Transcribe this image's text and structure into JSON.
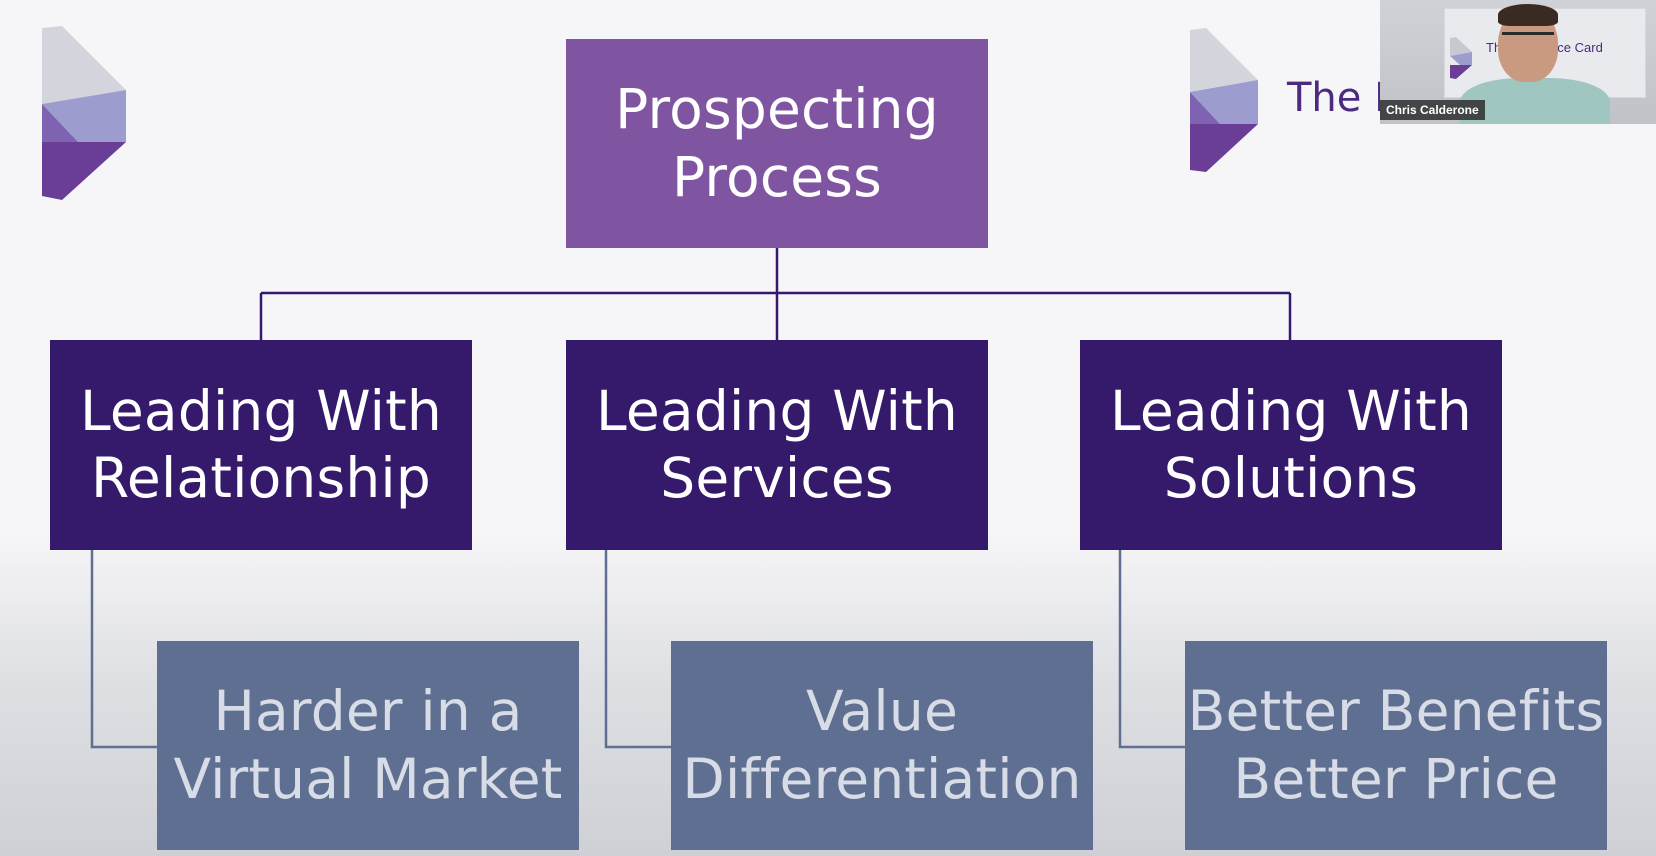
{
  "brand": {
    "text": "The D",
    "colors": {
      "light": "#d4d4dc",
      "mid": "#8f8fc6",
      "dark": "#6a3e96"
    }
  },
  "diagram": {
    "root": {
      "line1": "Prospecting",
      "line2": "Process"
    },
    "branches": [
      {
        "line1": "Leading With",
        "line2": "Relationship",
        "child": {
          "line1": "Harder in a",
          "line2": "Virtual Market"
        }
      },
      {
        "line1": "Leading With",
        "line2": "Services",
        "child": {
          "line1": "Value",
          "line2": "Differentiation"
        }
      },
      {
        "line1": "Leading With",
        "line2": "Solutions",
        "child": {
          "line1": "Better Benefits",
          "line2": "Better Price"
        }
      }
    ],
    "colors": {
      "root": "#7f55a1",
      "branch": "#35196b",
      "leaf": "#5f6f91",
      "connector": "#35196b"
    }
  },
  "video": {
    "participant_name": "Chris Calderone",
    "background_sign": "The Difference Card"
  }
}
